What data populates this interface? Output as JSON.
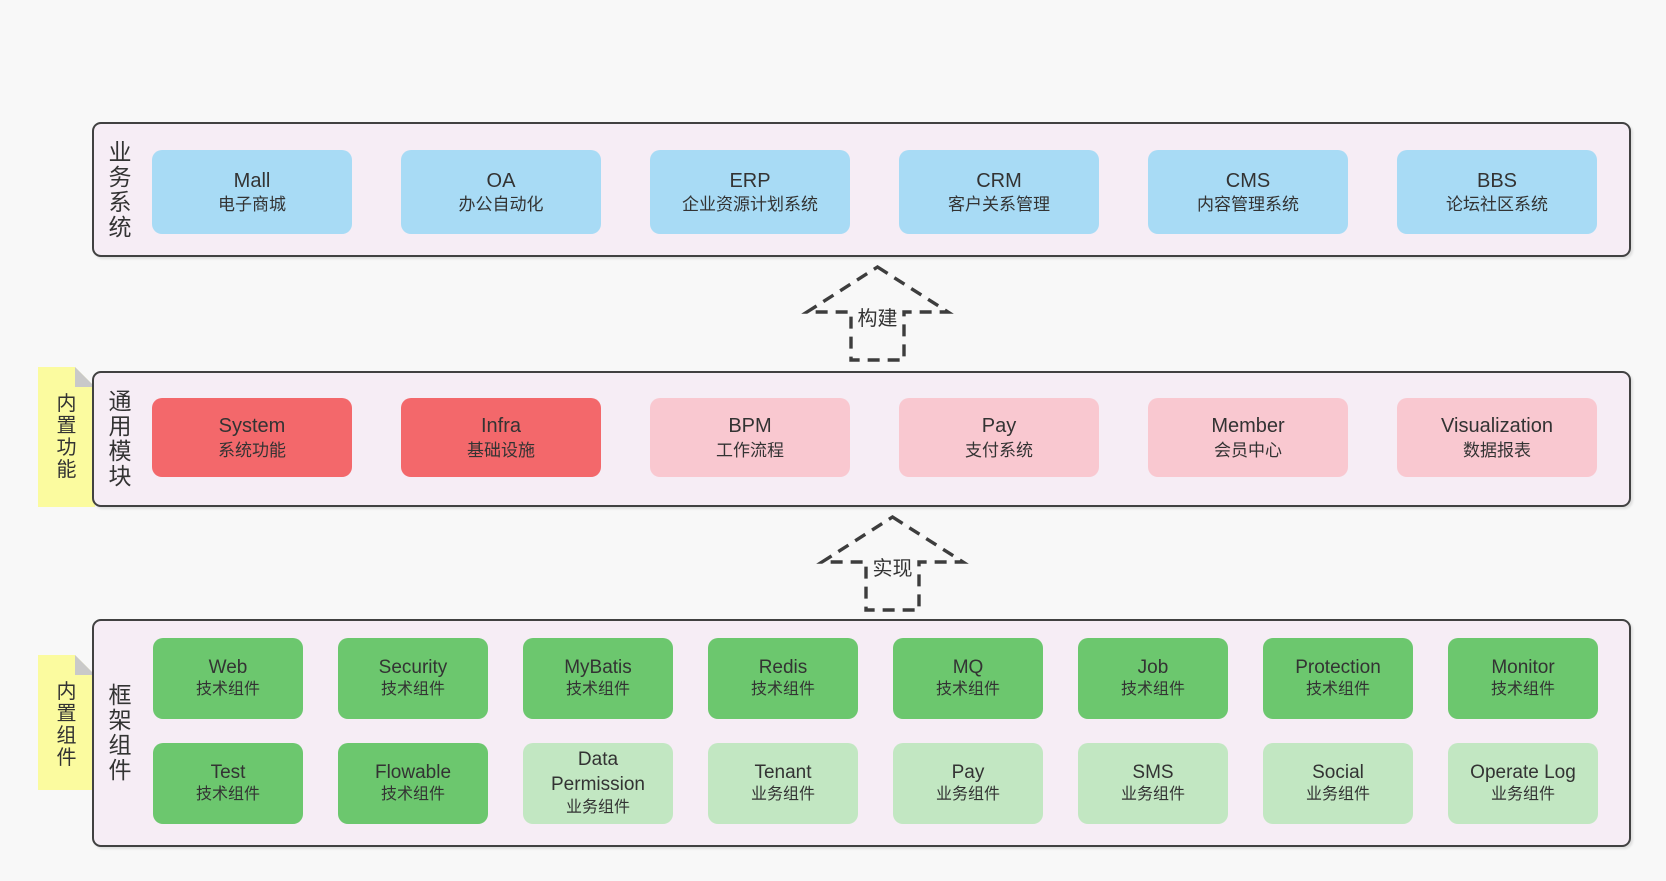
{
  "colors": {
    "page-bg": "#f8f8f8",
    "band-bg": "#f6edf5",
    "band-border": "#414141",
    "text": "#333333",
    "box-blue": "#a8dbf5",
    "box-red": "#f3686b",
    "box-pink": "#f9c8d0",
    "box-green": "#6cc76e",
    "box-green-light": "#c2e7c2",
    "sticky-bg": "#fbfb9f",
    "sticky-fold": "#c9c9c9",
    "arrow": "#3d3d3d"
  },
  "bands": [
    {
      "label": "业务系统",
      "boxes": [
        {
          "title": "Mall",
          "subtitle": "电子商城"
        },
        {
          "title": "OA",
          "subtitle": "办公自动化"
        },
        {
          "title": "ERP",
          "subtitle": "企业资源计划系统"
        },
        {
          "title": "CRM",
          "subtitle": "客户关系管理"
        },
        {
          "title": "CMS",
          "subtitle": "内容管理系统"
        },
        {
          "title": "BBS",
          "subtitle": "论坛社区系统"
        }
      ]
    },
    {
      "label": "通用模块",
      "sticky": "内置功能",
      "boxes": [
        {
          "title": "System",
          "subtitle": "系统功能"
        },
        {
          "title": "Infra",
          "subtitle": "基础设施"
        },
        {
          "title": "BPM",
          "subtitle": "工作流程"
        },
        {
          "title": "Pay",
          "subtitle": "支付系统"
        },
        {
          "title": "Member",
          "subtitle": "会员中心"
        },
        {
          "title": "Visualization",
          "subtitle": "数据报表"
        }
      ]
    },
    {
      "label": "框架组件",
      "sticky": "内置组件",
      "rows": [
        [
          {
            "title": "Web",
            "subtitle": "技术组件"
          },
          {
            "title": "Security",
            "subtitle": "技术组件"
          },
          {
            "title": "MyBatis",
            "subtitle": "技术组件"
          },
          {
            "title": "Redis",
            "subtitle": "技术组件"
          },
          {
            "title": "MQ",
            "subtitle": "技术组件"
          },
          {
            "title": "Job",
            "subtitle": "技术组件"
          },
          {
            "title": "Protection",
            "subtitle": "技术组件"
          },
          {
            "title": "Monitor",
            "subtitle": "技术组件"
          }
        ],
        [
          {
            "title": "Test",
            "subtitle": "技术组件"
          },
          {
            "title": "Flowable",
            "subtitle": "技术组件"
          },
          {
            "title": "Data Permission",
            "subtitle": "业务组件"
          },
          {
            "title": "Tenant",
            "subtitle": "业务组件"
          },
          {
            "title": "Pay",
            "subtitle": "业务组件"
          },
          {
            "title": "SMS",
            "subtitle": "业务组件"
          },
          {
            "title": "Social",
            "subtitle": "业务组件"
          },
          {
            "title": "Operate Log",
            "subtitle": "业务组件"
          }
        ]
      ]
    }
  ],
  "arrows": [
    {
      "label": "构建"
    },
    {
      "label": "实现"
    }
  ]
}
